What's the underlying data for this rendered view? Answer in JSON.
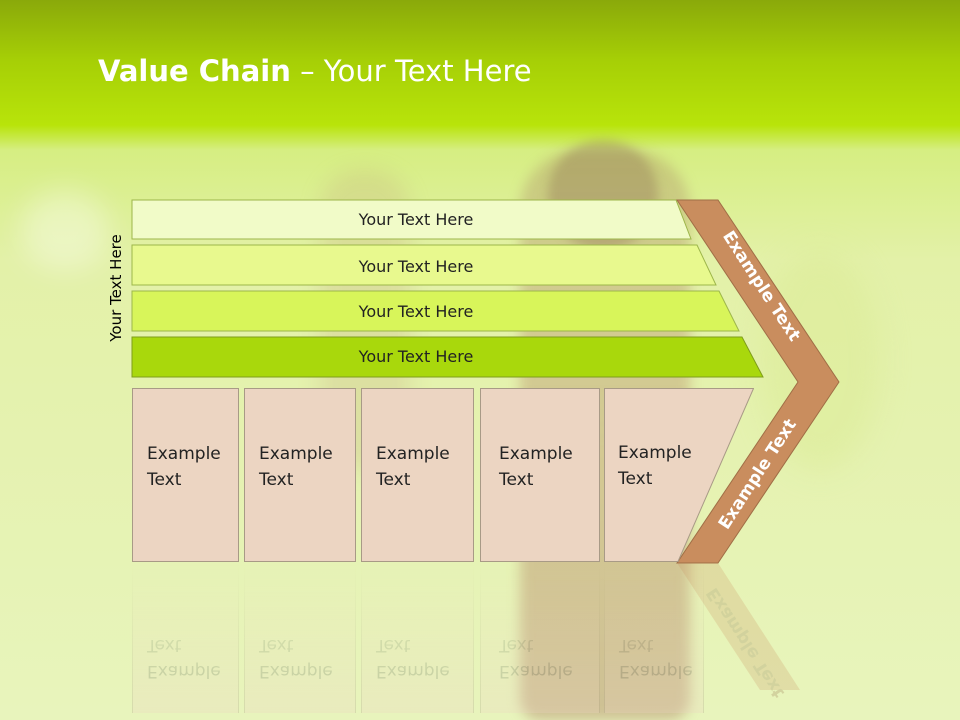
{
  "title": {
    "bold": "Value Chain",
    "rest": " – Your Text Here"
  },
  "side_label": "Your Text Here",
  "bars": [
    {
      "label": "Your Text Here",
      "color": "#f1fbc8"
    },
    {
      "label": "Your Text Here",
      "color": "#e8f98e"
    },
    {
      "label": "Your Text Here",
      "color": "#d8f55a"
    },
    {
      "label": "Your Text Here",
      "color": "#a9d80c"
    }
  ],
  "boxes": [
    {
      "label_line1": "Example",
      "label_line2": "Text"
    },
    {
      "label_line1": "Example",
      "label_line2": "Text"
    },
    {
      "label_line1": "Example",
      "label_line2": "Text"
    },
    {
      "label_line1": "Example",
      "label_line2": "Text"
    },
    {
      "label_line1": "Example",
      "label_line2": "Text"
    }
  ],
  "arrow": {
    "upper_text": "Example Text",
    "lower_text": "Example Text",
    "color": "#c98d5e"
  },
  "colors": {
    "header": "#a6cf06",
    "box_fill": "#ecd5c2"
  }
}
